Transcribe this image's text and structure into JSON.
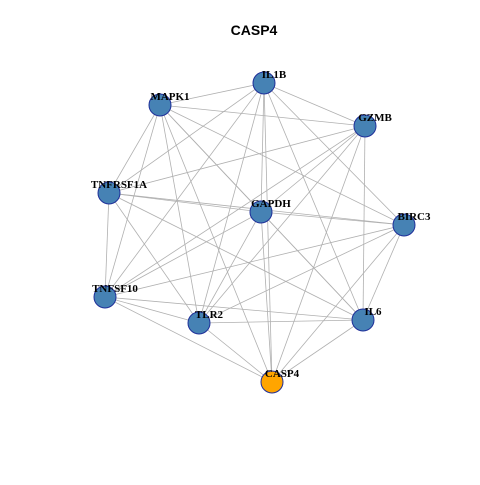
{
  "title": "CASP4",
  "colors": {
    "node_default": "#4682b4",
    "node_highlight": "#ffa500",
    "node_border": "#1f2f99",
    "edge": "#b0b0b0"
  },
  "nodes": [
    {
      "id": "IL1B",
      "label": "IL1B",
      "highlight": false
    },
    {
      "id": "MAPK1",
      "label": "MAPK1",
      "highlight": false
    },
    {
      "id": "GZMB",
      "label": "GZMB",
      "highlight": false
    },
    {
      "id": "TNFRSF1A",
      "label": "TNFRSF1A",
      "highlight": false
    },
    {
      "id": "GAPDH",
      "label": "GAPDH",
      "highlight": false
    },
    {
      "id": "BIRC3",
      "label": "BIRC3",
      "highlight": false
    },
    {
      "id": "TNFSF10",
      "label": "TNFSF10",
      "highlight": false
    },
    {
      "id": "TLR2",
      "label": "TLR2",
      "highlight": false
    },
    {
      "id": "IL6",
      "label": "IL6",
      "highlight": false
    },
    {
      "id": "CASP4",
      "label": "CASP4",
      "highlight": true
    }
  ],
  "edges": [
    [
      "IL1B",
      "MAPK1"
    ],
    [
      "IL1B",
      "GZMB"
    ],
    [
      "IL1B",
      "TNFRSF1A"
    ],
    [
      "IL1B",
      "GAPDH"
    ],
    [
      "IL1B",
      "BIRC3"
    ],
    [
      "IL1B",
      "TNFSF10"
    ],
    [
      "IL1B",
      "TLR2"
    ],
    [
      "IL1B",
      "IL6"
    ],
    [
      "IL1B",
      "CASP4"
    ],
    [
      "MAPK1",
      "GZMB"
    ],
    [
      "MAPK1",
      "TNFRSF1A"
    ],
    [
      "MAPK1",
      "GAPDH"
    ],
    [
      "MAPK1",
      "BIRC3"
    ],
    [
      "MAPK1",
      "TNFSF10"
    ],
    [
      "MAPK1",
      "TLR2"
    ],
    [
      "MAPK1",
      "IL6"
    ],
    [
      "MAPK1",
      "CASP4"
    ],
    [
      "GZMB",
      "TNFRSF1A"
    ],
    [
      "GZMB",
      "GAPDH"
    ],
    [
      "GZMB",
      "TNFSF10"
    ],
    [
      "GZMB",
      "TLR2"
    ],
    [
      "GZMB",
      "IL6"
    ],
    [
      "GZMB",
      "CASP4"
    ],
    [
      "TNFRSF1A",
      "GAPDH"
    ],
    [
      "TNFRSF1A",
      "BIRC3"
    ],
    [
      "TNFRSF1A",
      "TNFSF10"
    ],
    [
      "TNFRSF1A",
      "TLR2"
    ],
    [
      "TNFRSF1A",
      "IL6"
    ],
    [
      "GAPDH",
      "BIRC3"
    ],
    [
      "GAPDH",
      "TNFSF10"
    ],
    [
      "GAPDH",
      "TLR2"
    ],
    [
      "GAPDH",
      "IL6"
    ],
    [
      "GAPDH",
      "CASP4"
    ],
    [
      "BIRC3",
      "TNFSF10"
    ],
    [
      "BIRC3",
      "TLR2"
    ],
    [
      "BIRC3",
      "IL6"
    ],
    [
      "BIRC3",
      "CASP4"
    ],
    [
      "TNFSF10",
      "TLR2"
    ],
    [
      "TNFSF10",
      "IL6"
    ],
    [
      "TNFSF10",
      "CASP4"
    ],
    [
      "TLR2",
      "IL6"
    ],
    [
      "TLR2",
      "CASP4"
    ],
    [
      "IL6",
      "CASP4"
    ]
  ]
}
